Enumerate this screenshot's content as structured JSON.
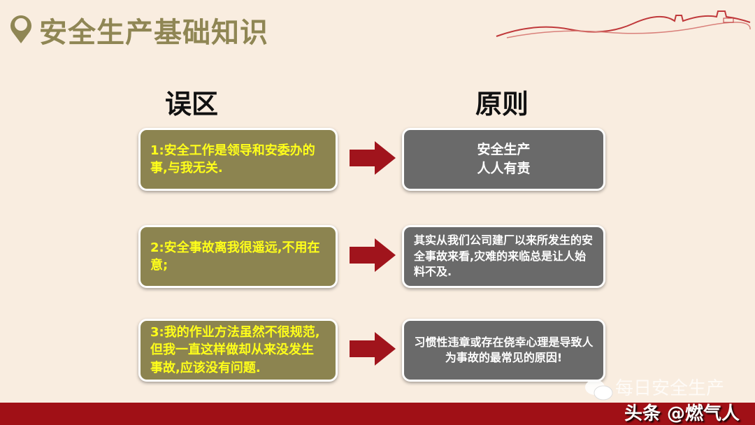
{
  "header": {
    "title": "安全生产基础知识",
    "icon": "map-pin-icon"
  },
  "columns": {
    "left_heading": "误区",
    "right_heading": "原则"
  },
  "rows": [
    {
      "misconception": "1:安全工作是领导和安委办的事,与我无关.",
      "principle": "安全生产\n人人有责"
    },
    {
      "misconception": "2:安全事故离我很遥远,不用在意;",
      "principle": "其实从我们公司建厂以来所发生的安全事故来看,灾难的来临总是让人始料不及."
    },
    {
      "misconception": "3:我的作业方法虽然不很规范,但我一直这样做却从来没发生事故,应该没有问题.",
      "principle": "习惯性违章或存在侥幸心理是导致人为事故的最常见的原因!"
    }
  ],
  "watermark": {
    "wechat": "每日安全生产",
    "toutiao": "头条 @燃气人"
  },
  "colors": {
    "title": "#8f8654",
    "misconception_box": "#8c8450",
    "misconception_text": "#ffff1a",
    "principle_box": "#6a6a6a",
    "arrow": "#a0141c",
    "band": "#a01016",
    "background": "#f9ede0"
  }
}
